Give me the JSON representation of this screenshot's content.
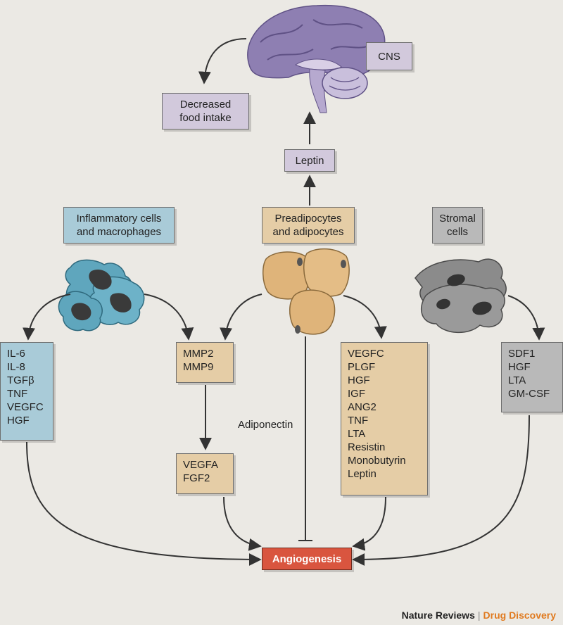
{
  "nodes": {
    "cns": "CNS",
    "food_intake": [
      "Decreased",
      "food intake"
    ],
    "leptin": "Leptin",
    "inflammatory": [
      "Inflammatory cells",
      "and macrophages"
    ],
    "preadipocytes": [
      "Preadipocytes",
      "and adipocytes"
    ],
    "stromal": [
      "Stromal",
      "cells"
    ],
    "inflammatory_factors": [
      "IL-6",
      "IL-8",
      "TGFβ",
      "TNF",
      "VEGFC",
      "HGF"
    ],
    "mmp": [
      "MMP2",
      "MMP9"
    ],
    "vegfa": [
      "VEGFA",
      "FGF2"
    ],
    "adipocyte_factors": [
      "VEGFC",
      "PLGF",
      "HGF",
      "IGF",
      "ANG2",
      "TNF",
      "LTA",
      "Resistin",
      "Monobutyrin",
      "Leptin"
    ],
    "stromal_factors": [
      "SDF1",
      "HGF",
      "LTA",
      "GM-CSF"
    ],
    "adiponectin": "Adiponectin",
    "angiogenesis": "Angiogenesis"
  },
  "footer": {
    "journal": "Nature Reviews",
    "separator": "|",
    "section": "Drug Discovery"
  },
  "colors": {
    "background": "#ebe9e4",
    "purple_box": "#d2c9dc",
    "blue_box": "#a9cbd8",
    "tan_box": "#e5cda6",
    "grey_box": "#b9b9b9",
    "angiogenesis_box": "#d9553f",
    "brain": "#8e7fb2",
    "macrophage": "#5fa6bd",
    "adipocyte": "#dfb47a",
    "stromal_cell": "#8b8b8b",
    "footer_accent": "#e07a1f"
  }
}
